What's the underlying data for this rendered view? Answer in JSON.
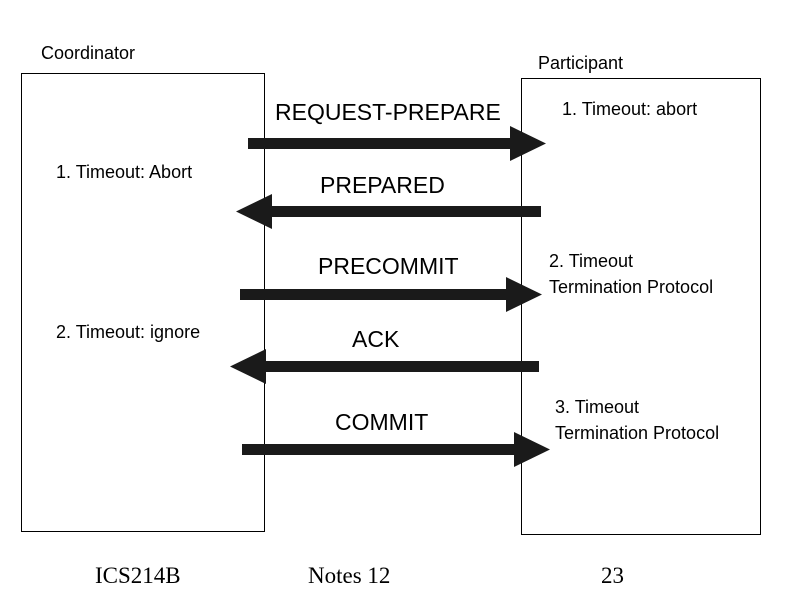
{
  "coordinator": {
    "title": "Coordinator",
    "note_1": "1. Timeout: Abort",
    "note_2": "2. Timeout: ignore"
  },
  "participant": {
    "title": "Participant",
    "note_1": "1. Timeout: abort",
    "note_2_line1": "2. Timeout",
    "note_2_line2": "Termination Protocol",
    "note_3_line1": "3. Timeout",
    "note_3_line2": "Termination Protocol"
  },
  "messages": [
    {
      "label": "REQUEST-PREPARE",
      "direction": "right"
    },
    {
      "label": "PREPARED",
      "direction": "left"
    },
    {
      "label": "PRECOMMIT",
      "direction": "right"
    },
    {
      "label": "ACK",
      "direction": "left"
    },
    {
      "label": "COMMIT",
      "direction": "right"
    }
  ],
  "footer": {
    "left": "ICS214B",
    "center": "Notes 12",
    "right": "23"
  },
  "colors": {
    "arrow": "#1a1a1a",
    "border": "#000000",
    "background": "#ffffff"
  }
}
